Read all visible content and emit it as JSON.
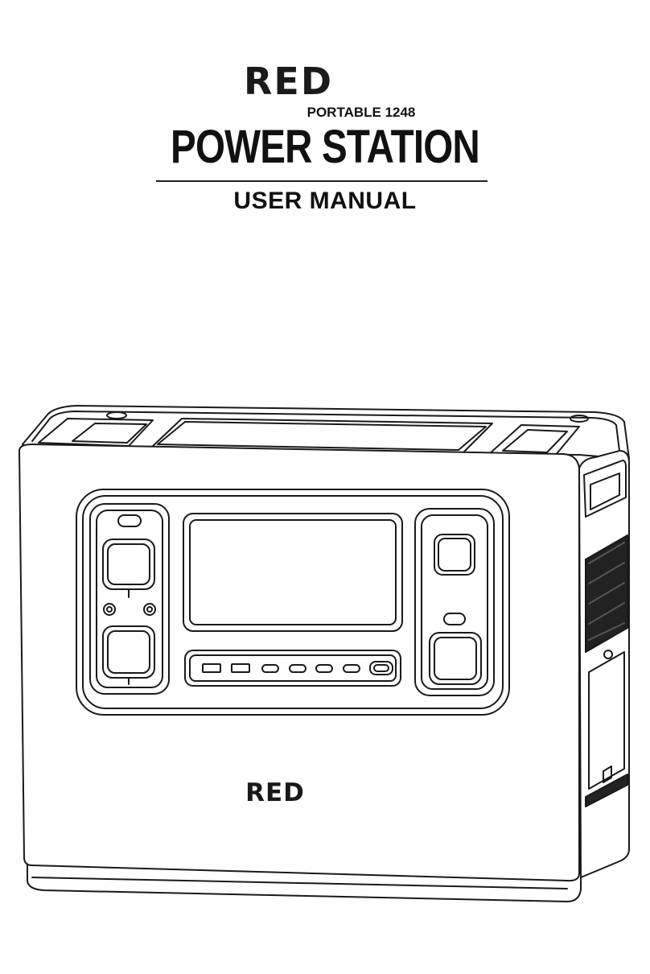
{
  "cover": {
    "brand": "RED",
    "model": "PORTABLE 1248",
    "title": "POWER STATION",
    "subtitle": "USER MANUAL"
  },
  "illustration": {
    "front_logo": "RED",
    "line_color": "#1a1a1a",
    "fill_color": "#ffffff",
    "vent_color": "#222222"
  }
}
